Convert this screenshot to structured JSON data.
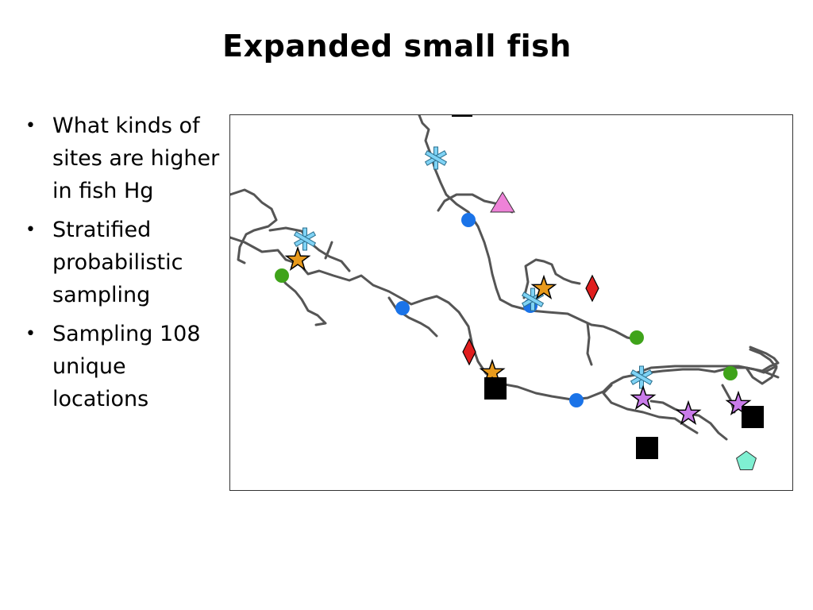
{
  "slide": {
    "title": "Expanded small fish"
  },
  "bullets": [
    "What kinds of sites are higher in fish Hg",
    "Stratified probabilistic sampling",
    "Sampling 108 unique locations"
  ],
  "map": {
    "river_color": "#555555",
    "marker_colors": {
      "blue_circle": "#1a73e8",
      "green_circle": "#3fa31a",
      "orange_star": "#e89a1c",
      "purple_star": "#c97bea",
      "light_blue_asterisk": "#7fd3f5",
      "red_diamond": "#e01e1e",
      "pink_triangle": "#ee82d8",
      "black_square": "#000000",
      "teal_pentagon": "#7ff0d2"
    }
  }
}
